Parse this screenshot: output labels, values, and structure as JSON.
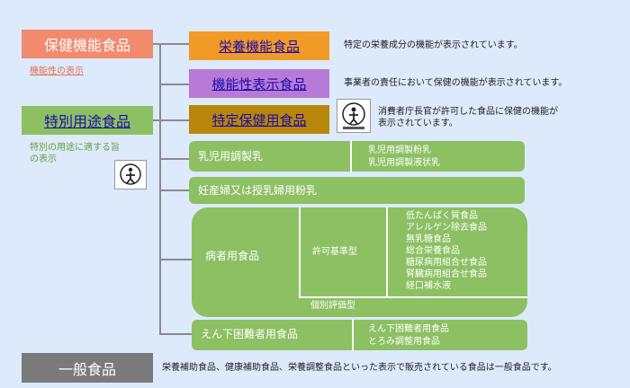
{
  "hoken_kinou": {
    "title": "保健機能食品",
    "sub": "機能性の表示",
    "eiyo": {
      "label": "栄養機能食品",
      "desc": "特定の栄養成分の機能が表示されています。"
    },
    "kinousei": {
      "label": "機能性表示食品",
      "desc": "事業者の責任において保健の機能が表示されています。"
    },
    "tokutei": {
      "label": "特定保健用食品",
      "desc_line1": "消費者庁長官が許可した食品に保健の機能が",
      "desc_line2": "表示されています。"
    }
  },
  "tokubetsu": {
    "title": "特別用途食品",
    "sub_line1": "特別の用途に適する旨",
    "sub_line2": "の表示",
    "nyuji": {
      "label": "乳児用調製乳",
      "items": [
        "乳児用調製粉乳",
        "乳児用調製液状乳"
      ]
    },
    "ninsanpu": {
      "label": "妊産婦又は授乳婦用粉乳"
    },
    "byosha": {
      "label": "病者用食品",
      "kyoka": {
        "label": "許可基準型",
        "items": [
          "低たんぱく質食品",
          "アレルゲン除去食品",
          "無乳糖食品",
          "総合栄養食品",
          "糖尿病用組合せ食品",
          "腎臓病用組合せ食品",
          "経口補水液"
        ]
      },
      "kobetsu": {
        "label": "個別評価型"
      }
    },
    "engeshita": {
      "label": "えん下困難者用食品",
      "items": [
        "えん下困難者用食品",
        "とろみ調整用食品"
      ]
    }
  },
  "ippan": {
    "title": "一般食品",
    "desc": "栄養補助食品、健康補助食品、栄養調整食品といった表示で販売されている食品は一般食品です。"
  },
  "colors": {
    "hoken": "#f28a6e",
    "eiyo": "#f29a26",
    "kinousei": "#b77ad6",
    "tokutei": "#b8860b",
    "green": "#8cc063",
    "ippan": "#7a7a7a"
  }
}
